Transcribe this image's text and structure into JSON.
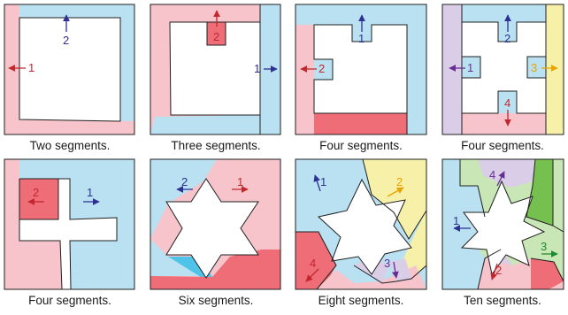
{
  "colors": {
    "blue": "#b9e1f2",
    "pink": "#f6c4ca",
    "red": "#ee6d77",
    "lavender": "#d9cde8",
    "yellow": "#f7f0a8",
    "green": "#76c04f",
    "green_light": "#c9e7b6",
    "ink": "#1f1f1f",
    "arrow_red": "#c2272d",
    "arrow_blue": "#2e3192",
    "arrow_purple": "#662d91",
    "arrow_yellow": "#e8a400",
    "arrow_green": "#1a8a2e"
  },
  "panels": [
    {
      "caption": "Two segments.",
      "labels": [
        "1",
        "2"
      ]
    },
    {
      "caption": "Three segments.",
      "labels": [
        "1",
        "2"
      ]
    },
    {
      "caption": "Four segments.",
      "labels": [
        "1",
        "2"
      ]
    },
    {
      "caption": "Four segments.",
      "labels": [
        "1",
        "2",
        "3",
        "4"
      ]
    },
    {
      "caption": "Four segments.",
      "labels": [
        "1",
        "2"
      ]
    },
    {
      "caption": "Six segments.",
      "labels": [
        "1",
        "2"
      ]
    },
    {
      "caption": "Eight segments.",
      "labels": [
        "1",
        "2",
        "3",
        "4"
      ]
    },
    {
      "caption": "Ten segments.",
      "labels": [
        "1",
        "2",
        "3",
        "4"
      ]
    }
  ]
}
